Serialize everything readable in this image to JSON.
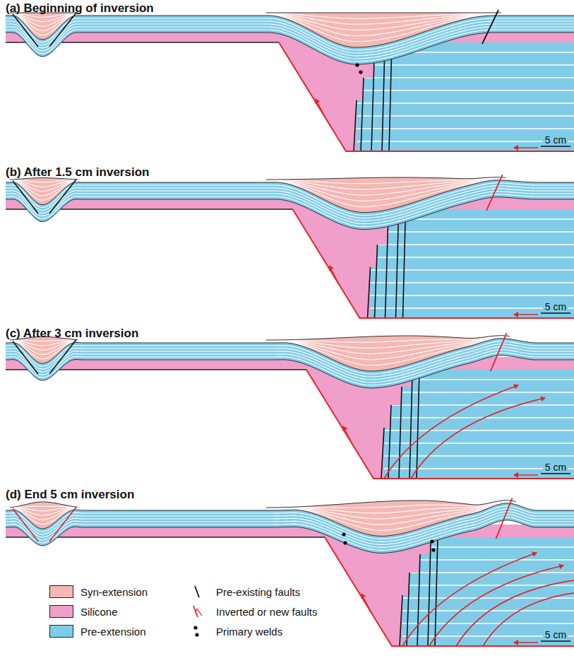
{
  "diagram": {
    "labels": [
      "(a) Beginning of inversion",
      "5 cm",
      "(b) After 1.5 cm inversion",
      "5 cm",
      "(c) After 3 cm inversion",
      "5 cm",
      "(d) End 5 cm inversion",
      "5 cm"
    ],
    "legend": [
      {
        "text": "Syn-extension",
        "color": "#f5b8b4"
      },
      {
        "text": "Silicone",
        "color": "#ef9fc9"
      },
      {
        "text": "Pre-extension",
        "color": "#80cce8"
      },
      {
        "text": "Pre-existing faults"
      },
      {
        "text": "Inverted or new faults"
      },
      {
        "text": "Primary welds"
      }
    ]
  }
}
